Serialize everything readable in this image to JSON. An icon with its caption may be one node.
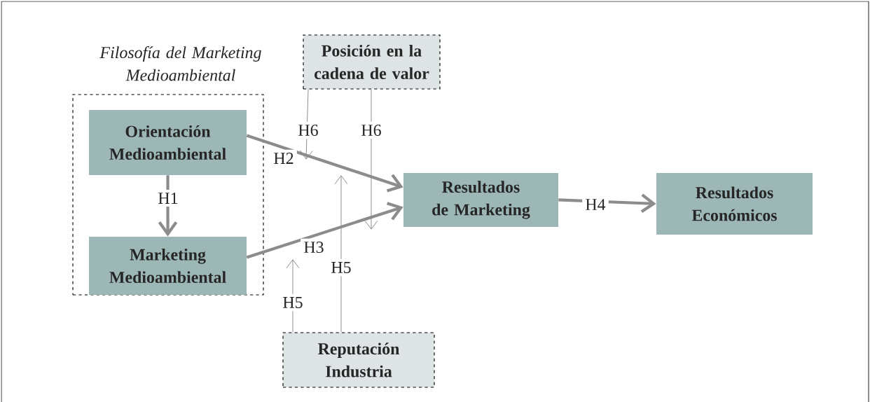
{
  "diagram": {
    "nodes": [
      {
        "text": [
          "Filosofía del Marketing Medioambiental"
        ]
      },
      {
        "text": [
          "Orientación Medioambiental"
        ],
        "in": 0
      },
      {
        "text": [
          "Marketing Medioambiental"
        ],
        "in": 0
      },
      {
        "text": [
          "Posición en la cadena de valor"
        ]
      },
      {
        "text": [
          "Resultados de Marketing"
        ]
      },
      {
        "text": [
          "Resultados Económicos"
        ]
      },
      {
        "text": [
          "Reputación Industria"
        ]
      }
    ],
    "edges": [
      {
        "from": 1,
        "to": 2,
        "arrow": "to",
        "label": "H1",
        "style": "thick"
      },
      {
        "from": 1,
        "to": 4,
        "arrow": "to",
        "label": "H2",
        "style": "thick"
      },
      {
        "from": 2,
        "to": 4,
        "arrow": "to",
        "label": "H3",
        "style": "thick"
      },
      {
        "from": 4,
        "to": 5,
        "arrow": "to",
        "label": "H4",
        "style": "thick"
      },
      {
        "from": 3,
        "to": null,
        "arrow": "to",
        "label": "H6"
      },
      {
        "from": 3,
        "to": null,
        "arrow": "to",
        "label": "H6"
      },
      {
        "from": 6,
        "to": null,
        "arrow": "to",
        "label": "H5"
      },
      {
        "from": 6,
        "to": null,
        "arrow": "to",
        "label": "H5"
      }
    ]
  }
}
